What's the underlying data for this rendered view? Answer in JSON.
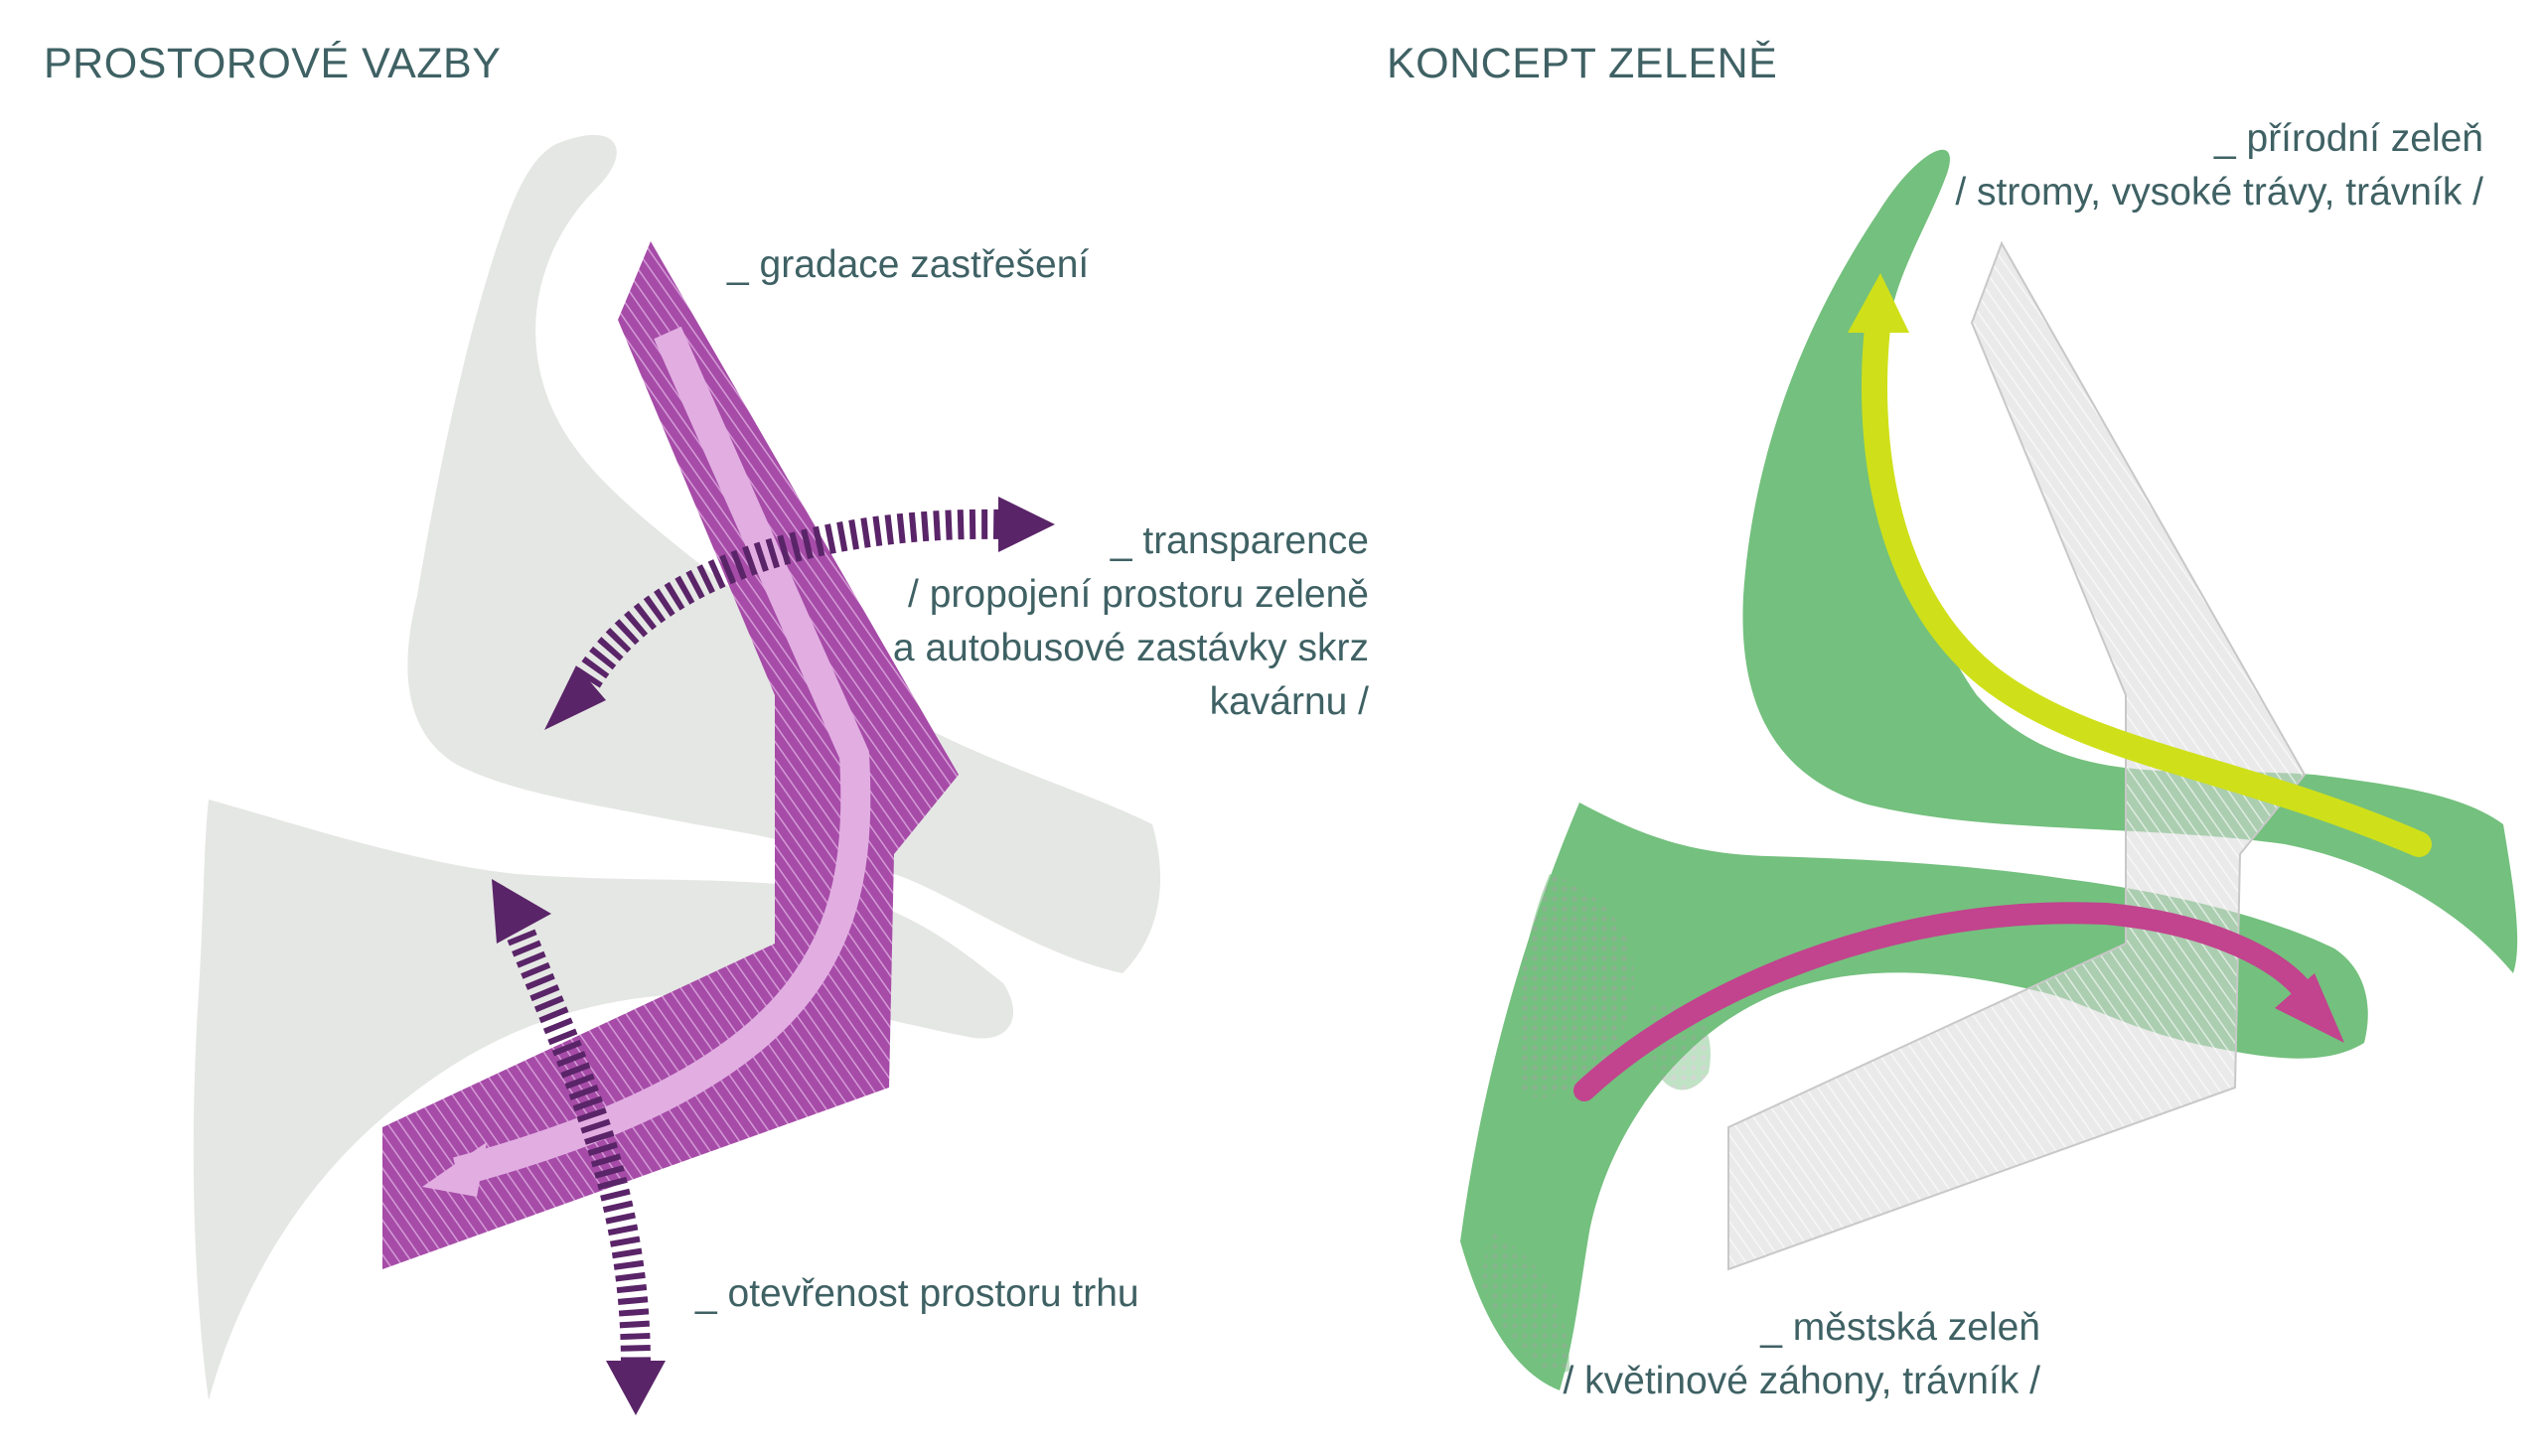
{
  "left_panel": {
    "title": "PROSTOROVÉ VAZBY",
    "label_roof": "_ gradace zastřešení",
    "label_transparency": {
      "line1": "_ transparence",
      "line2": "/ propojení prostoru zeleně",
      "line3": "a autobusové zastávky skrz",
      "line4": "kavárnu /"
    },
    "label_market": "_ otevřenost prostoru trhu"
  },
  "right_panel": {
    "title": "KONCEPT ZELENĚ",
    "label_natural": {
      "line1": "_ přírodní zeleň",
      "line2": "/ stromy, vysoké trávy, trávník /"
    },
    "label_urban": {
      "line1": "_ městská zeleň",
      "line2": "/ květinové záhony, trávník /"
    }
  },
  "colors": {
    "text": "#3f6164",
    "ground": "#e5e7e4",
    "roof_purple": "#a64ca8",
    "roof_light": "#e2aee2",
    "arrow_dark": "#5a2468",
    "green": "#74c07e",
    "yellow_arrow": "#cfe01a",
    "magenta_arrow": "#c2438e",
    "roof_gray": "#cdcdcd"
  }
}
